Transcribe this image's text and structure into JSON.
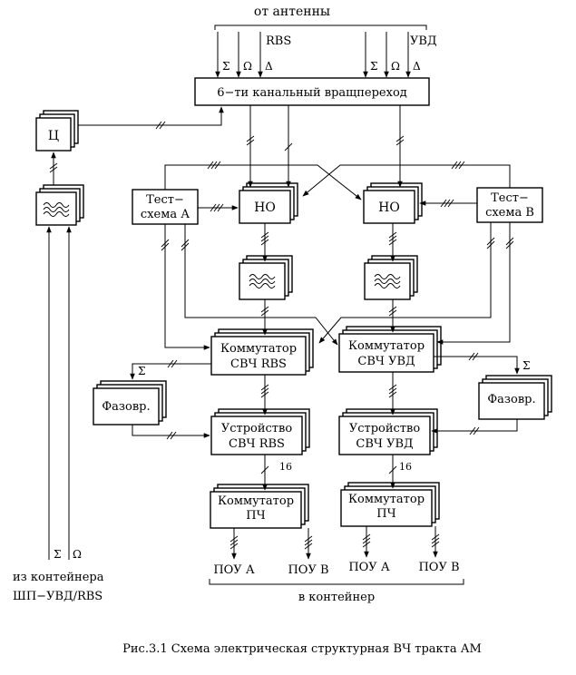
{
  "diagram": {
    "antenna_label": "от антенны",
    "rbs_label": "RBS",
    "uvd_label": "УВД",
    "sigma": "Σ",
    "omega": "Ω",
    "delta": "Δ",
    "rotary_joint": "6−ти канальный вращпереход",
    "c_block": "Ц",
    "test_a": [
      "Тест−",
      "схема А"
    ],
    "test_b": [
      "Тест−",
      "схема В"
    ],
    "no_left": "НО",
    "no_right": "НО",
    "commutator_rbs": [
      "Коммутатор",
      "СВЧ RBS"
    ],
    "commutator_uvd": [
      "Коммутатор",
      "СВЧ  УВД"
    ],
    "phase_left": "Фазовр.",
    "phase_right": "Фазовр.",
    "device_rbs": [
      "Устройство",
      "СВЧ RBS"
    ],
    "device_uvd": [
      "Устройство",
      "СВЧ  УВД"
    ],
    "if_left": [
      "Коммутатор",
      "ПЧ"
    ],
    "if_right": [
      "Коммутатор",
      "ПЧ"
    ],
    "count16": "16",
    "pou_a": "ПОУ А",
    "pou_b": "ПОУ В",
    "to_container": "в контейнер",
    "from_container": [
      "из  контейнера",
      "ШП−УВД/RBS"
    ],
    "caption": "Рис.3.1 Схема электрическая структурная ВЧ тракта АМ"
  }
}
